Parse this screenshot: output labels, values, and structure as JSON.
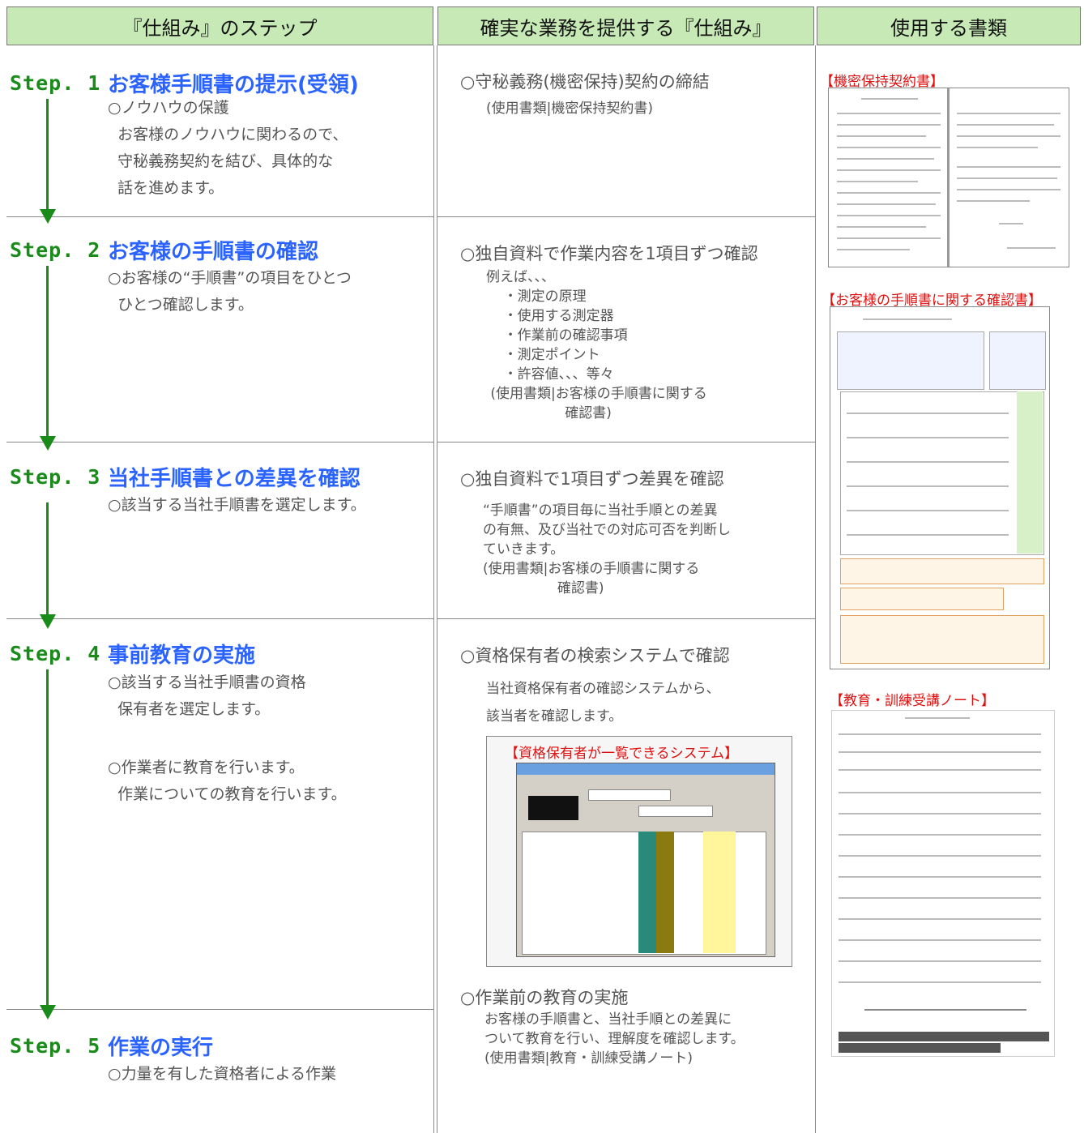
{
  "headers": [
    "『仕組み』のステップ",
    "確実な業務を提供する『仕組み』",
    "使用する書類"
  ],
  "steps": [
    {
      "label": "Step. 1",
      "title": "お客様手順書の提示(受領)",
      "desc": "○ノウハウの保護\n  お客様のノウハウに関わるので、\n  守秘義務契約を結び、具体的な\n  話を進めます。"
    },
    {
      "label": "Step. 2",
      "title": "お客様の手順書の確認",
      "desc": "○お客様の“手順書”の項目をひとつ\n  ひとつ確認します。"
    },
    {
      "label": "Step. 3",
      "title": "当社手順書との差異を確認",
      "desc": "○該当する当社手順書を選定します。"
    },
    {
      "label": "Step. 4",
      "title": "事前教育の実施",
      "desc": "○該当する当社手順書の資格\n  保有者を選定します。",
      "desc2": "○作業者に教育を行います。\n  作業についての教育を行います。"
    },
    {
      "label": "Step. 5",
      "title": "作業の実行",
      "desc": "○力量を有した資格者による作業"
    }
  ],
  "mechanisms": {
    "m1": {
      "main": "○守秘義務(機密保持)契約の締結",
      "sub": "(使用書類|機密保持契約書)"
    },
    "m2": {
      "main": "○独自資料で作業内容を1項目ずつ確認",
      "sub": "例えば、、、\n    ・測定の原理\n    ・使用する測定器\n    ・作業前の確認事項\n    ・測定ポイント\n    ・許容値、、、等々\n (使用書類|お客様の手順書に関する\n                  確認書)"
    },
    "m3": {
      "main": "○独自資料で1項目ずつ差異を確認",
      "sub": "“手順書”の項目毎に当社手順との差異\nの有無、及び当社での対応可否を判断し\nていきます。\n(使用書類|お客様の手順書に関する\n                 確認書)"
    },
    "m4": {
      "main": "○資格保有者の検索システムで確認",
      "sub": "当社資格保有者の確認システムから、\n該当者を確認します。",
      "system_title": "【資格保有者が一覧できるシステム】"
    },
    "m5": {
      "main": "○作業前の教育の実施",
      "sub": "お客様の手順書と、当社手順との差異に\nついて教育を行い、理解度を確認します。\n(使用書類|教育・訓練受講ノート)"
    }
  },
  "documents": [
    "【機密保持契約書】",
    "【お客様の手順書に関する確認書】",
    "【教育・訓練受講ノート】"
  ],
  "colors": {
    "header_bg": "#c6e9b5",
    "step_green": "#1a8a1a",
    "title_blue": "#2b63ff",
    "doc_red": "#e01010"
  }
}
